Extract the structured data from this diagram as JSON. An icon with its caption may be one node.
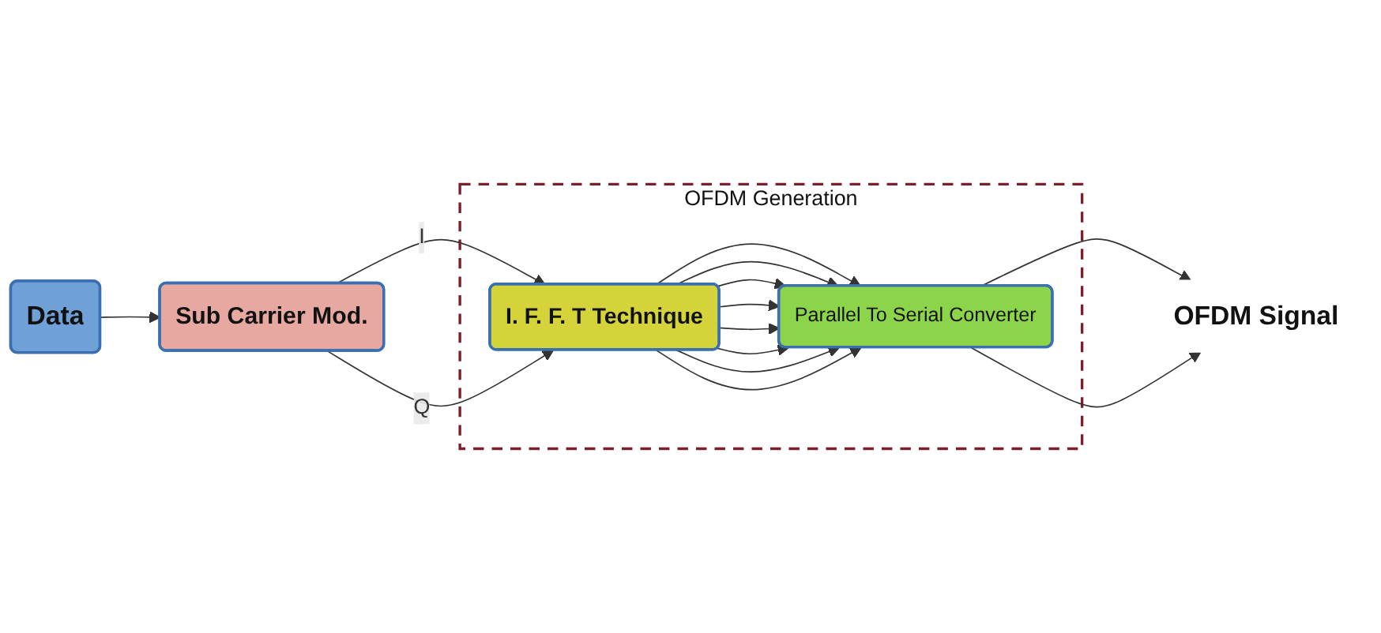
{
  "diagram": {
    "nodes": [
      {
        "text": [
          "Data"
        ]
      },
      {
        "text": [
          "Sub Carrier Mod."
        ]
      },
      {
        "text": [
          "OFDM Generation"
        ]
      },
      {
        "text": [
          "I. F. F. T Technique"
        ],
        "in": 2
      },
      {
        "text": [
          "Parallel To Serial Converter"
        ],
        "in": 2
      },
      {
        "text": [
          "OFDM Signal"
        ]
      }
    ],
    "edges": [
      {
        "from": 0,
        "to": 1,
        "arrow": "to"
      },
      {
        "from": 1,
        "to": 3,
        "arrow": "to",
        "label": "I"
      },
      {
        "from": 1,
        "to": 3,
        "arrow": "to",
        "label": "Q"
      },
      {
        "from": 3,
        "to": 4,
        "arrow": "to"
      },
      {
        "from": 3,
        "to": 4,
        "arrow": "to"
      },
      {
        "from": 3,
        "to": 4,
        "arrow": "to"
      },
      {
        "from": 3,
        "to": 4,
        "arrow": "to"
      },
      {
        "from": 3,
        "to": 4,
        "arrow": "to"
      },
      {
        "from": 3,
        "to": 4,
        "arrow": "to"
      },
      {
        "from": 3,
        "to": 4,
        "arrow": "to"
      },
      {
        "from": 3,
        "to": 4,
        "arrow": "to"
      },
      {
        "from": 4,
        "to": 5,
        "arrow": "to"
      },
      {
        "from": 4,
        "to": 5,
        "arrow": "to"
      }
    ]
  }
}
